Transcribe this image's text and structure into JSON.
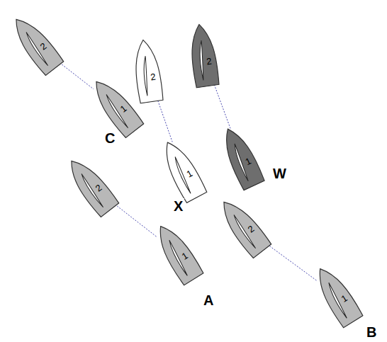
{
  "diagram": {
    "nodes": [
      {
        "text": [
          "2"
        ]
      },
      {
        "text": [
          "1"
        ]
      },
      {
        "text": [
          "2"
        ]
      },
      {
        "text": [
          "1"
        ]
      },
      {
        "text": [
          "2"
        ]
      },
      {
        "text": [
          "1"
        ]
      },
      {
        "text": [
          "2"
        ]
      },
      {
        "text": [
          "1"
        ]
      },
      {
        "text": [
          "2"
        ]
      },
      {
        "text": [
          "1"
        ]
      }
    ],
    "edges": [
      {
        "from": 0,
        "to": 1,
        "arrow": "none"
      },
      {
        "from": 2,
        "to": 3,
        "arrow": "none"
      },
      {
        "from": 4,
        "to": 5,
        "arrow": "none"
      },
      {
        "from": 6,
        "to": 7,
        "arrow": "none"
      },
      {
        "from": 8,
        "to": 9,
        "arrow": "none"
      }
    ],
    "labels": [
      "C",
      "X",
      "W",
      "A",
      "B"
    ]
  }
}
